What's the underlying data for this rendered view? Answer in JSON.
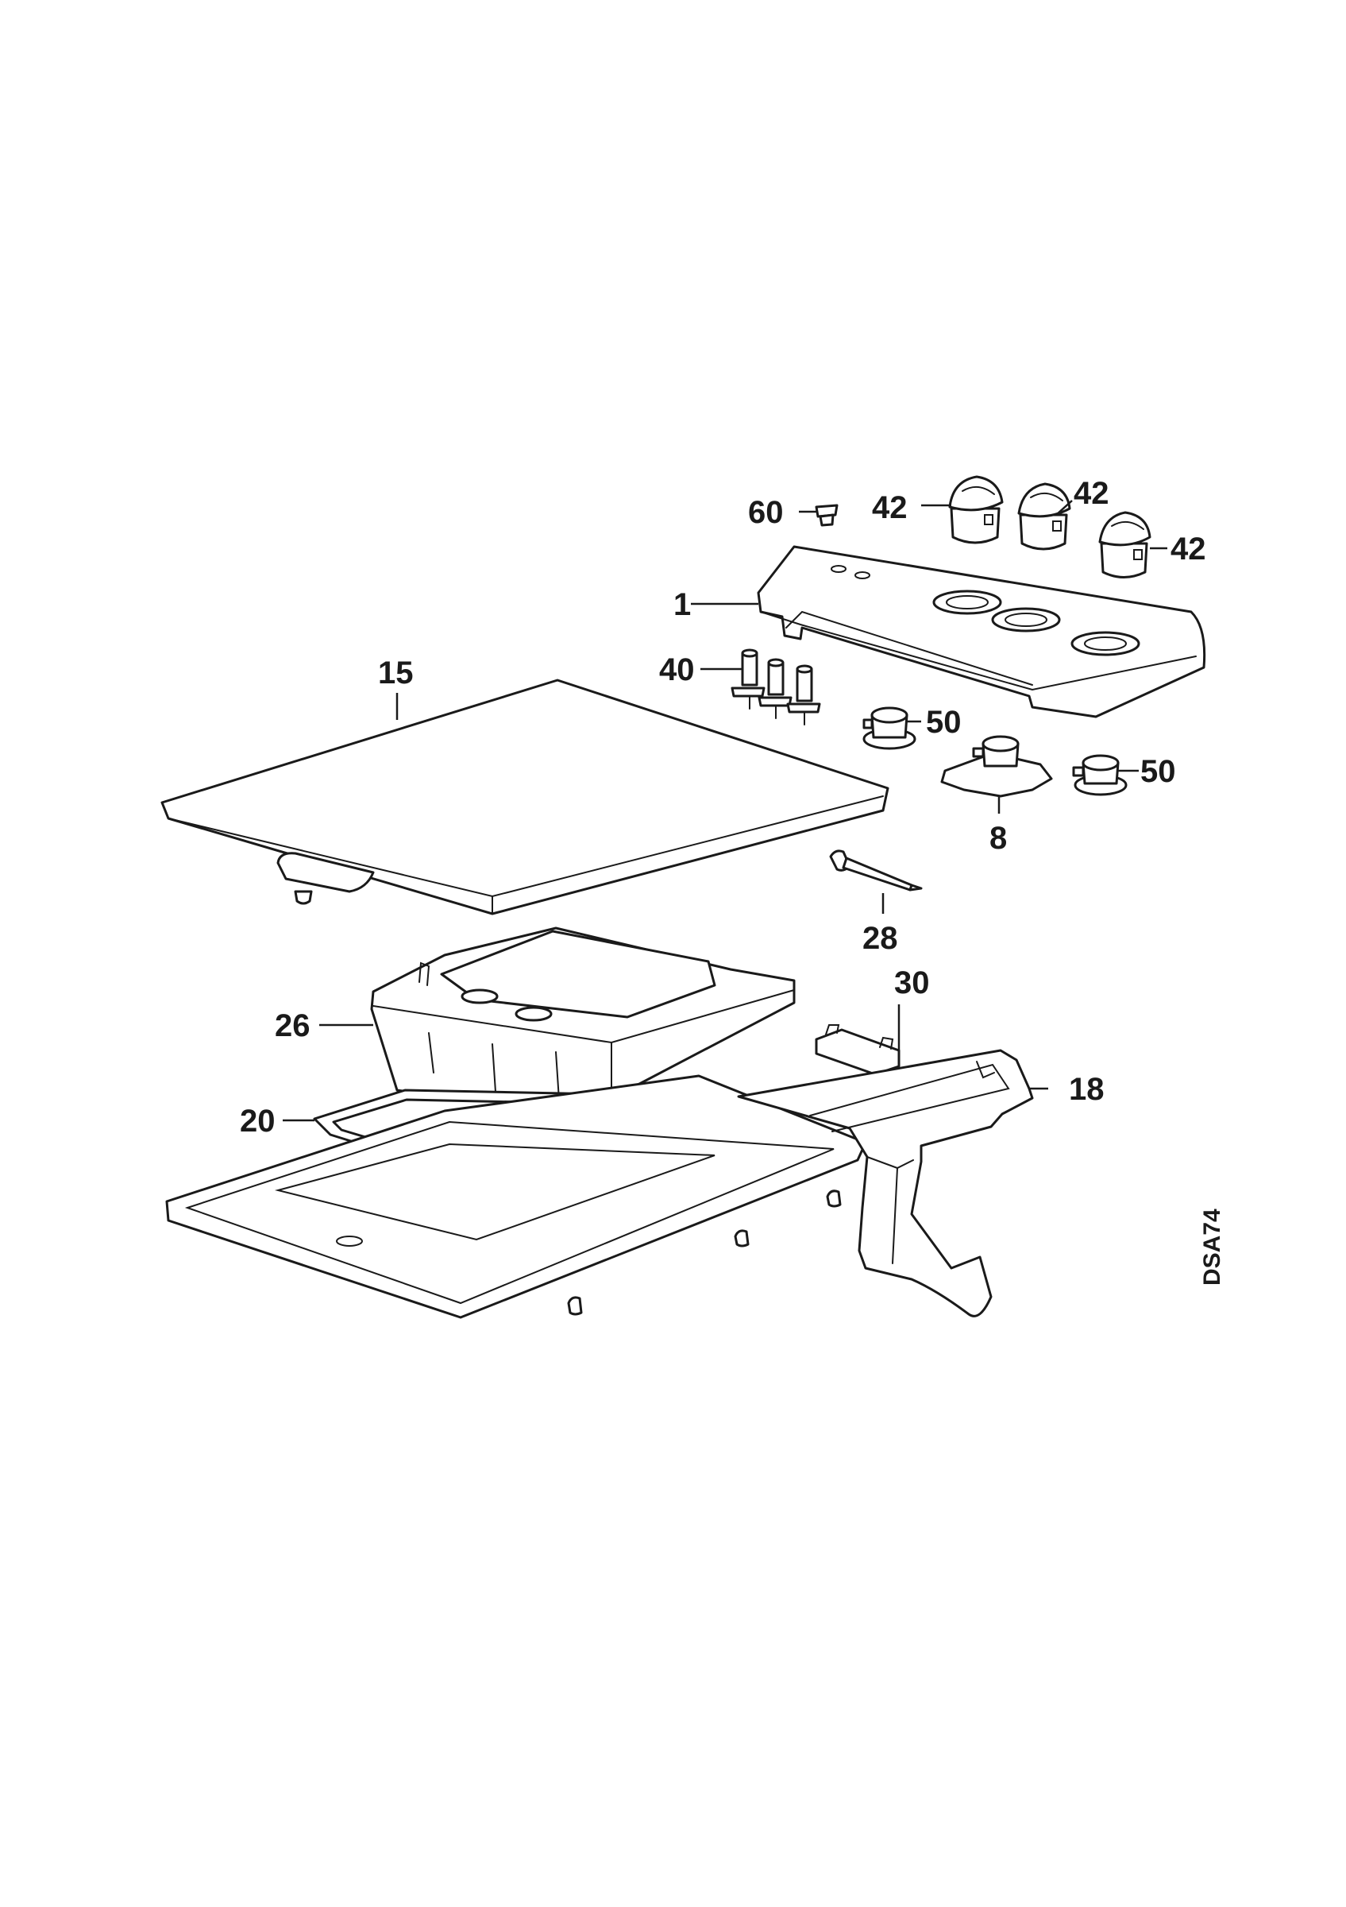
{
  "labels": {
    "l1": "1",
    "l8": "8",
    "l15": "15",
    "l18": "18",
    "l20": "20",
    "l26": "26",
    "l28": "28",
    "l30": "30",
    "l40": "40",
    "l42a": "42",
    "l42b": "42",
    "l42c": "42",
    "l50a": "50",
    "l50b": "50",
    "l60": "60"
  },
  "diagram_code": "DSA74"
}
